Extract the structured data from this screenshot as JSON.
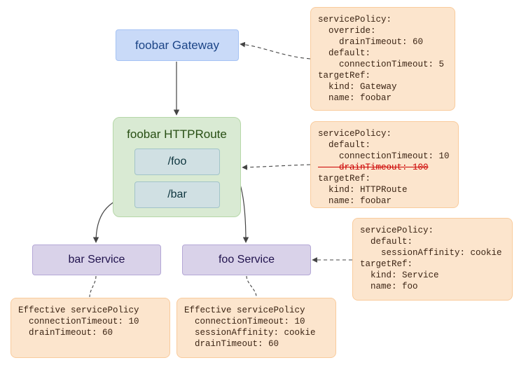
{
  "nodes": {
    "gateway": {
      "label": "foobar Gateway"
    },
    "httproute": {
      "label": "foobar HTTPRoute"
    },
    "foo_path": {
      "label": "/foo"
    },
    "bar_path": {
      "label": "/bar"
    },
    "bar_service": {
      "label": "bar Service"
    },
    "foo_service": {
      "label": "foo Service"
    }
  },
  "policies": {
    "gateway_policy": {
      "lines": [
        "servicePolicy:",
        "  override:",
        "    drainTimeout: 60",
        "  default:",
        "    connectionTimeout: 5",
        "targetRef:",
        "  kind: Gateway",
        "  name: foobar"
      ]
    },
    "route_policy": {
      "lines": [
        "servicePolicy:",
        "  default:",
        "    connectionTimeout: 10",
        "    drainTimeout: 100",
        "targetRef:",
        "  kind: HTTPRoute",
        "  name: foobar"
      ],
      "struck_line_index": 3
    },
    "service_policy": {
      "lines": [
        "servicePolicy:",
        "  default:",
        "    sessionAffinity: cookie",
        "targetRef:",
        "  kind: Service",
        "  name: foo"
      ]
    },
    "bar_effective": {
      "lines": [
        "Effective servicePolicy",
        "  connectionTimeout: 10",
        "  drainTimeout: 60"
      ]
    },
    "foo_effective": {
      "lines": [
        "Effective servicePolicy",
        "  connectionTimeout: 10",
        "  sessionAffinity: cookie",
        "  drainTimeout: 60"
      ]
    }
  },
  "colors": {
    "gateway_fill": "#c9daf8",
    "route_fill": "#d9ead3",
    "path_fill": "#d0e0e3",
    "service_fill": "#d9d2e9",
    "policy_fill": "#fce5cd",
    "strike_color": "#cc0000",
    "edge_color": "#444444"
  }
}
